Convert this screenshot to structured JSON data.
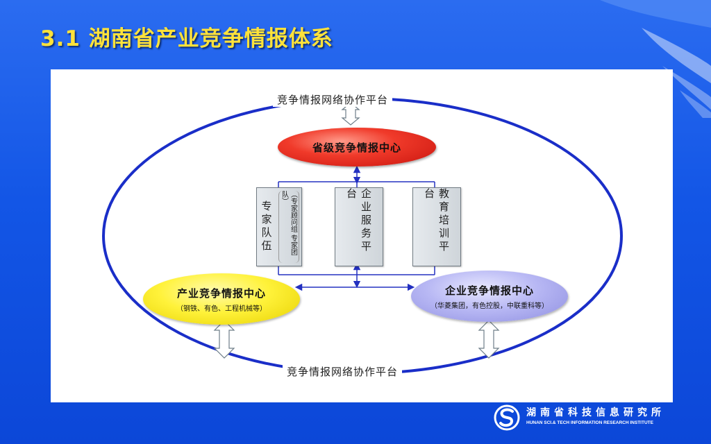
{
  "slide": {
    "title": "3.1  湖南省产业竞争情报体系"
  },
  "diagram": {
    "network_top": "竞争情报网络协作平台",
    "network_bottom": "竞争情报网络协作平台",
    "provincial_center": "省级竞争情报中心",
    "industry_center": {
      "title": "产业竞争情报中心",
      "sub": "（钢铁、有色、工程机械等）"
    },
    "enterprise_center": {
      "title": "企业竞争情报中心",
      "sub": "（华菱集团，有色控股，中联重科等）"
    },
    "expert_team": {
      "label": "专家队伍",
      "note": "（专家顾问组  专家团队）"
    },
    "service_platform": "企业服务平台",
    "training_platform": "教育培训平台"
  },
  "logo": {
    "name_cn": "湖南省科技信息研究所",
    "name_en": "HUNAN SCI.& TECH INFORMATION RESEARCH INSTITUTE"
  },
  "colors": {
    "background": "#1356e6",
    "title": "#ffe23a",
    "ring": "#1a2ec8",
    "connector": "#2330c0",
    "provincial": "#e8251a",
    "industry": "#fff23a",
    "enterprise": "#b8b8f4"
  }
}
